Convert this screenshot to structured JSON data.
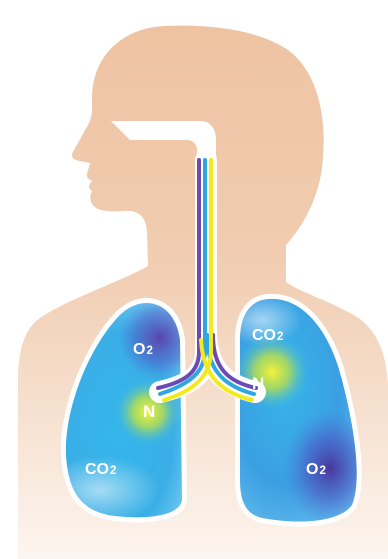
{
  "colors": {
    "skin": "#eec3a2",
    "skin_gradient_bottom": "#fbf3ec",
    "lung_outline": "#ffffff",
    "lung_cyan": "#3ab8e8",
    "lung_blue": "#4a78d8",
    "lung_purple": "#5b3fa5",
    "highlight_yellow": "#f0f038",
    "highlight_green": "#9ad64a",
    "tube_purple": "#6a4bb5",
    "tube_blue": "#2fa6e0",
    "tube_yellow": "#f2ea1c",
    "label_text": "#ffffff"
  },
  "labels": {
    "left_o2": {
      "base": "O",
      "sub": "2"
    },
    "left_n": {
      "text": "N"
    },
    "left_co2": {
      "base": "CO",
      "sub": "2"
    },
    "right_co2": {
      "base": "CO",
      "sub": "2"
    },
    "right_n": {
      "text": "N"
    },
    "right_o2": {
      "base": "O",
      "sub": "2"
    }
  }
}
